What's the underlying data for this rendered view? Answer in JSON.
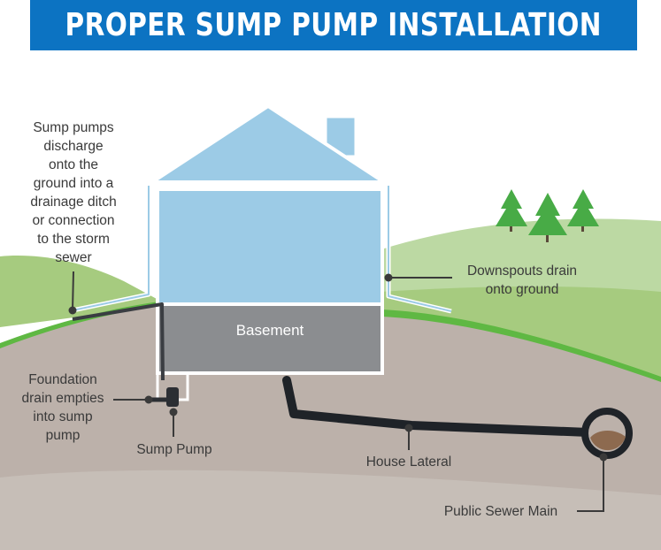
{
  "title": "PROPER SUMP PUMP INSTALLATION",
  "labels": {
    "discharge": "Sump pumps\ndischarge\nonto the\nground into a\ndrainage ditch\nor  connection\nto the storm\nsewer",
    "downspouts": "Downspouts drain\nonto ground",
    "basement": "Basement",
    "foundation_drain": "Foundation\ndrain empties\ninto sump\npump",
    "sump_pump": "Sump Pump",
    "house_lateral": "House Lateral",
    "public_sewer_main": "Public Sewer Main"
  },
  "colors": {
    "title_bar": "#0c73c2",
    "house": "#9ccbe6",
    "basement": "#8b8d90",
    "ground": "#bcb1aa",
    "grass": "#a6cb7f",
    "grass_edge": "#5fb843",
    "pipe": "#1f2328",
    "tree": "#48ab46"
  }
}
